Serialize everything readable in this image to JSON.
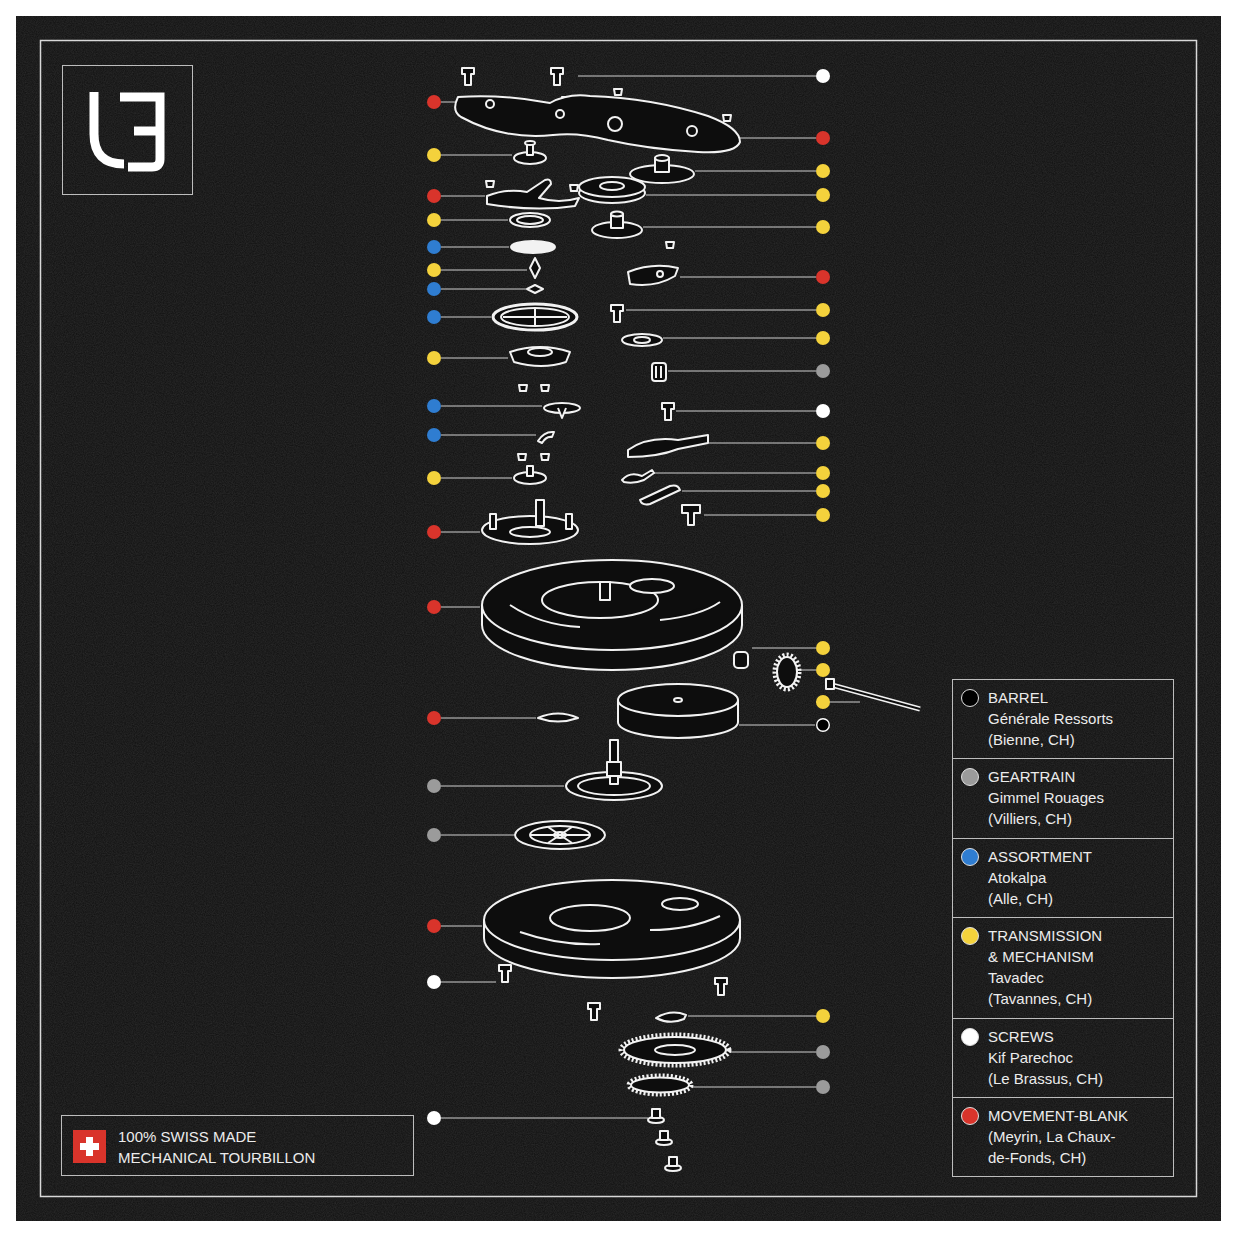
{
  "diagram": {
    "nodes": [
      {
        "text": [
          "100% SWISS MADE MECHANICAL TOURBILLON"
        ]
      }
    ],
    "labels": [
      "Générale Ressorts",
      "(Bienne, CH)",
      "Gimmel Rouages",
      "(Villiers, CH)",
      "Atokalpa",
      "(Alle, CH)",
      "Tavadec",
      "(Tavannes, CH)",
      "Kif Parechoc",
      "(Le Brassus, CH)",
      "(Meyrin, La Chaux-",
      "de-Fonds, CH)"
    ],
    "legend": [
      {
        "text": "BARREL",
        "color": "#000000"
      },
      {
        "text": "GEARTRAIN",
        "color": "#9b9b9b"
      },
      {
        "text": "ASSORTMENT",
        "color": "#2f7dd1"
      },
      {
        "text": "TRANSMISSION & MECHANISM",
        "color": "#f4d23c"
      },
      {
        "text": "SCREWS",
        "color": "#ffffff"
      },
      {
        "text": "MOVEMENT-BLANK",
        "color": "#d9342b"
      }
    ]
  }
}
